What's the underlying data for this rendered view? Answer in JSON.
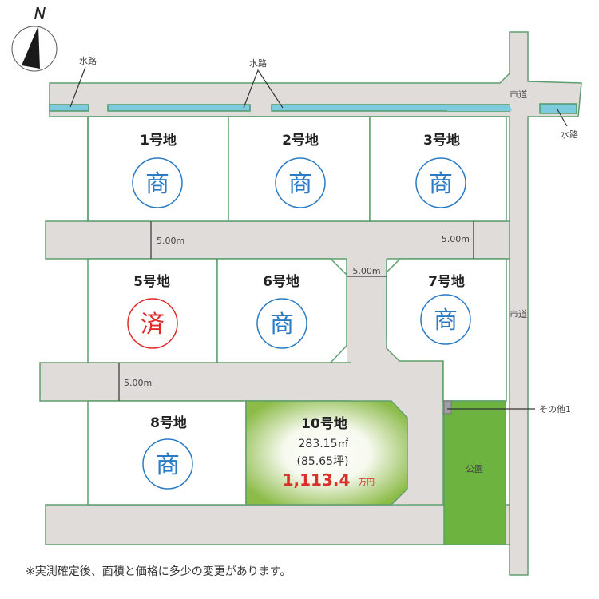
{
  "compass": {
    "label": "N"
  },
  "labels": {
    "waterway_left": "水路",
    "waterway_center": "水路",
    "waterway_right": "水路",
    "city_road_top": "市道",
    "city_road_right": "市道",
    "park": "公園",
    "other": "その他1"
  },
  "dimensions": {
    "road_top_row": "5.00m",
    "road_top_row_right": "5.00m",
    "road_center": "5.00m",
    "road_middle_row": "5.00m"
  },
  "lots": [
    {
      "id": "1",
      "title": "1号地",
      "status": "商",
      "status_type": "available"
    },
    {
      "id": "2",
      "title": "2号地",
      "status": "商",
      "status_type": "available"
    },
    {
      "id": "3",
      "title": "3号地",
      "status": "商",
      "status_type": "available"
    },
    {
      "id": "5",
      "title": "5号地",
      "status": "済",
      "status_type": "sold"
    },
    {
      "id": "6",
      "title": "6号地",
      "status": "商",
      "status_type": "available"
    },
    {
      "id": "7",
      "title": "7号地",
      "status": "商",
      "status_type": "available"
    },
    {
      "id": "8",
      "title": "8号地",
      "status": "商",
      "status_type": "available"
    }
  ],
  "featured_lot": {
    "title": "10号地",
    "area_sqm": "283.15㎡",
    "area_tsubo": "(85.65坪)",
    "price": "1,113.4",
    "price_unit": "万円"
  },
  "colors": {
    "available": "#2a7bc4",
    "sold": "#e02a2a",
    "road": "#e0dcda",
    "boundary": "#5f9e6e",
    "water": "#7ecbe0",
    "park": "#6db33f",
    "featured": "#9cc55a",
    "price": "#d9302a"
  },
  "footnote": "※実測確定後、面積と価格に多少の変更があります。"
}
